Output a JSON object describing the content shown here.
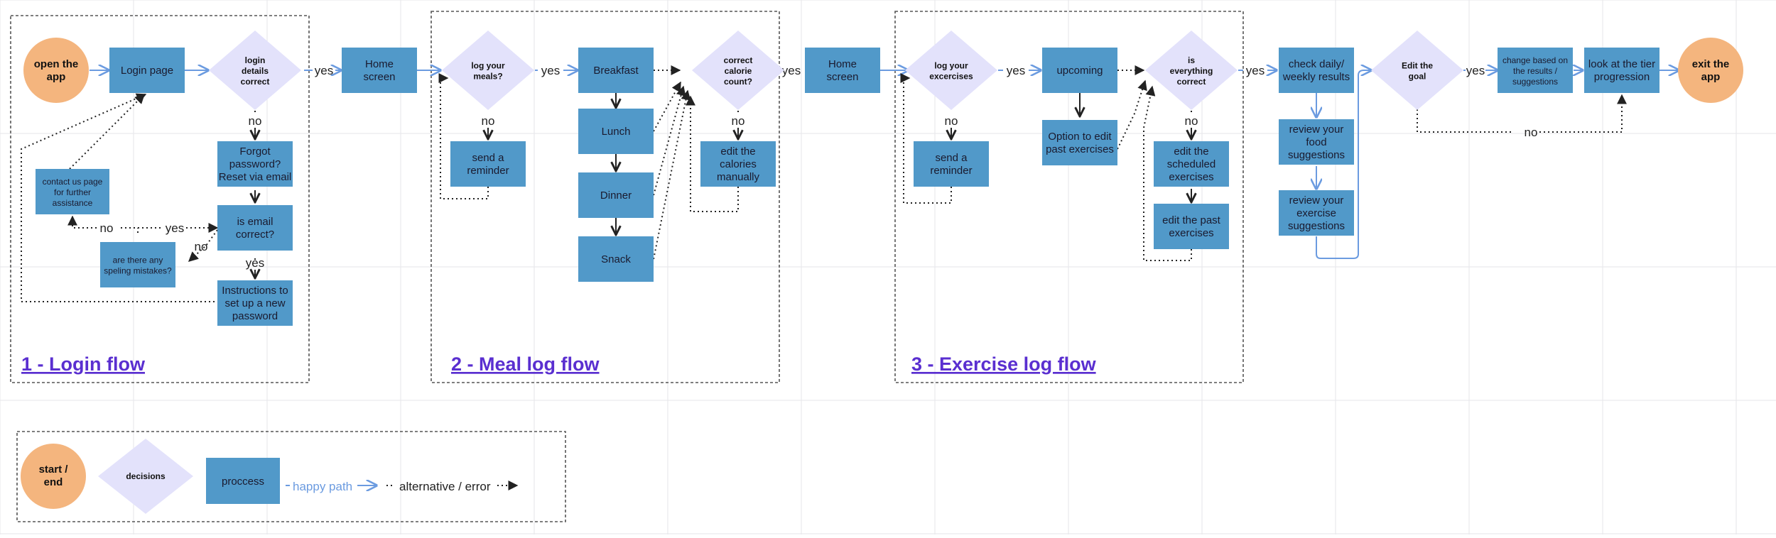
{
  "colors": {
    "process": "#5199c9",
    "decision": "#e3e2fb",
    "terminal": "#f4b57e",
    "happy_path": "#6b9be0",
    "title": "#5a2fd0"
  },
  "sections": {
    "login_title": "1 - Login flow",
    "meal_title": "2 - Meal log flow",
    "exercise_title": "3 - Exercise log flow"
  },
  "nodes": {
    "open_app": [
      "open the",
      "app"
    ],
    "login_page": [
      "Login page"
    ],
    "login_correct": [
      "login",
      "details",
      "correct"
    ],
    "forgot_password": [
      "Forgot",
      "password?",
      "Reset via email"
    ],
    "email_correct": [
      "is email",
      "correct?"
    ],
    "instructions": [
      "Instructions to",
      "set up a new",
      "password"
    ],
    "contact_us": [
      "contact us page",
      "for  further",
      "assistance"
    ],
    "spelling": [
      "are there any",
      "speling mistakes?"
    ],
    "home1": [
      "Home",
      "screen"
    ],
    "log_meals": [
      "log your",
      "meals?"
    ],
    "reminder1": [
      "send a",
      "reminder"
    ],
    "breakfast": [
      "Breakfast"
    ],
    "lunch": [
      "Lunch"
    ],
    "dinner": [
      "Dinner"
    ],
    "snack": [
      "Snack"
    ],
    "calorie_count": [
      "correct",
      "calorie",
      "count?"
    ],
    "edit_calories": [
      "edit the",
      "calories",
      "manually"
    ],
    "home2": [
      "Home",
      "screen"
    ],
    "log_exercises": [
      "log your",
      "excercises"
    ],
    "reminder2": [
      "send a",
      "reminder"
    ],
    "upcoming": [
      "upcoming"
    ],
    "edit_past_option": [
      "Option to edit",
      "past exercises"
    ],
    "everything_correct": [
      "is",
      "everything",
      "correct"
    ],
    "edit_scheduled": [
      "edit the",
      "scheduled",
      "exercises"
    ],
    "edit_past": [
      "edit the past",
      "exercises"
    ],
    "check_results": [
      "check daily/",
      "weekly results"
    ],
    "food_suggestions": [
      "review your",
      "food",
      "suggestions"
    ],
    "exercise_suggestions": [
      "review your",
      "exercise",
      "suggestions"
    ],
    "edit_goal": [
      "Edit the",
      "goal"
    ],
    "change_results": [
      "change  based on",
      "the results /",
      "suggestions"
    ],
    "tier_progression": [
      "look at the tier",
      "progression"
    ],
    "exit_app": [
      "exit the",
      "app"
    ]
  },
  "edge_labels": {
    "yes": "yes",
    "no": "no"
  },
  "legend": {
    "start_end": [
      "start /",
      "end"
    ],
    "decisions": "decisions",
    "process": "proccess",
    "happy_path": "happy path",
    "alternative": "alternative / error"
  }
}
